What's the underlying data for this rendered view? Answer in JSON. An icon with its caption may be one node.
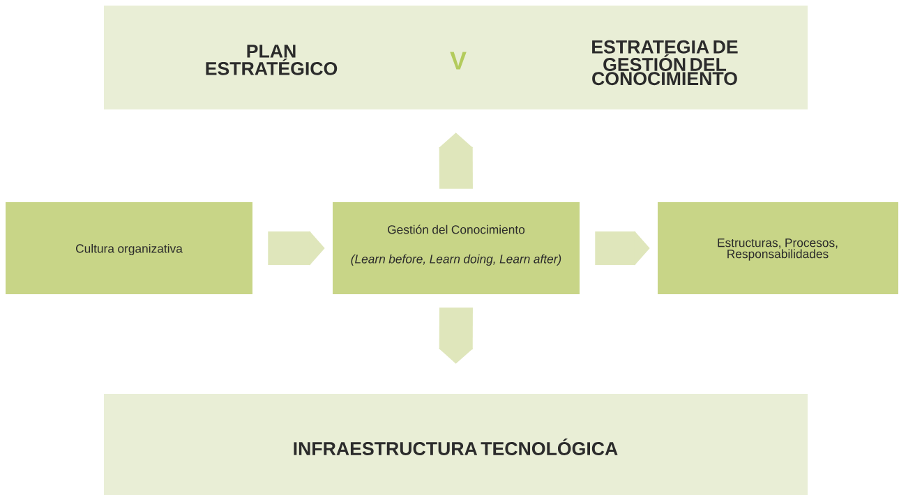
{
  "diagram": {
    "nodes": [
      {
        "text": [
          "PLAN ESTRATÉGICO",
          "V",
          "ESTRATEGIA DE GESTIÓN DEL CONOCIMIENTO"
        ]
      },
      {
        "text": [
          "Cultura organizativa"
        ]
      },
      {
        "text": [
          "Gestión del Conocimiento",
          "(Learn before, Learn doing, Learn after)"
        ]
      },
      {
        "text": [
          "Estructuras, Procesos, Responsabilidades"
        ]
      },
      {
        "text": [
          "INFRAESTRUCTURA TECNOLÓGICA"
        ]
      }
    ],
    "edges": [
      {
        "from": 1,
        "to": 2,
        "arrow": "to"
      },
      {
        "from": 2,
        "to": 3,
        "arrow": "to"
      },
      {
        "from": 2,
        "to": 0,
        "arrow": "to"
      },
      {
        "from": 2,
        "to": 4,
        "arrow": "to"
      }
    ]
  }
}
